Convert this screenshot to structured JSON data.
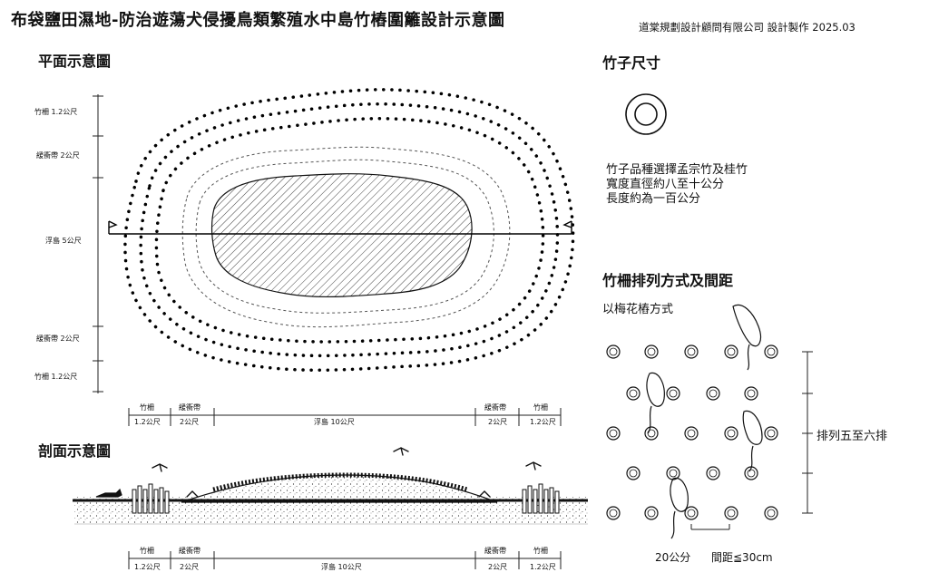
{
  "header": {
    "title": "布袋鹽田濕地-防治遊蕩犬侵擾鳥類繁殖水中島竹樁圍籬設計示意圖",
    "credit": "道棠規劃設計顧問有限公司 設計製作 2025.03"
  },
  "plan": {
    "title": "平面示意圖",
    "vertical_labels": [
      "竹柵 1.2公尺",
      "緩衝帶 2公尺",
      "浮島 5公尺",
      "緩衝帶 2公尺",
      "竹柵 1.2公尺"
    ],
    "dim_top": [
      "竹柵",
      "緩衝帶",
      "浮島 10公尺",
      "緩衝帶",
      "竹柵"
    ],
    "dim_bottom": [
      "1.2公尺",
      "2公尺",
      "2公尺",
      "1.2公尺"
    ]
  },
  "section": {
    "title": "剖面示意圖",
    "dim_top": [
      "竹柵",
      "緩衝帶",
      "浮島 10公尺",
      "緩衝帶",
      "竹柵"
    ],
    "dim_bottom": [
      "1.2公尺",
      "2公尺",
      "2公尺",
      "1.2公尺"
    ]
  },
  "bamboo": {
    "title": "竹子尺寸",
    "desc": [
      "竹子品種選擇孟宗竹及桂竹",
      "寬度直徑約八至十公分",
      "長度約為一百公分"
    ]
  },
  "arrangement": {
    "title": "竹柵排列方式及間距",
    "subtitle": "以梅花樁方式",
    "rows_label": "排列五至六排",
    "size_label": "20公分",
    "spacing_label": "間距≦30cm"
  }
}
